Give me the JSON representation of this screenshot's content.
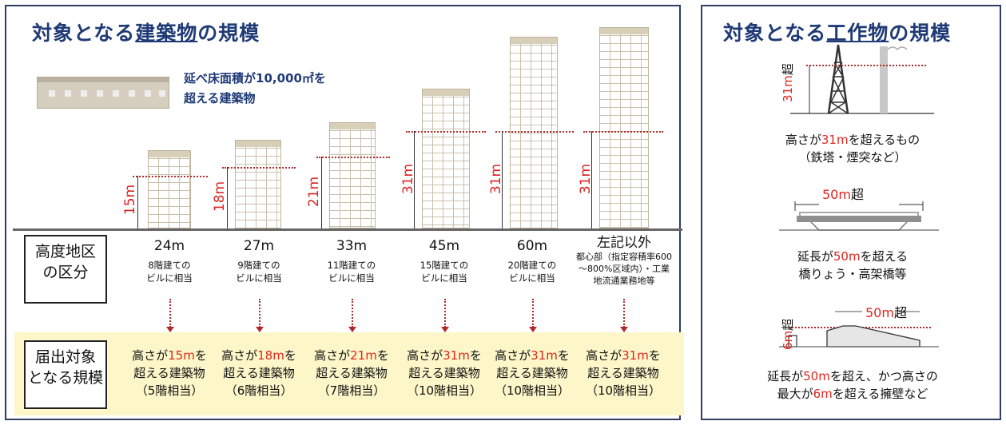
{
  "left": {
    "title_pre": "対象となる",
    "title_ul": "建築物",
    "title_post": "の規模",
    "floor_area_line1": "延べ床面積が10,000㎡を",
    "floor_area_line2": "超える建築物",
    "height_labels": [
      "15m",
      "18m",
      "21m",
      "31m",
      "31m",
      "31m"
    ],
    "district_label_line1": "高度地区",
    "district_label_line2": "の区分",
    "columns": [
      {
        "height": "24m",
        "sub1": "8階建ての",
        "sub2": "ビルに相当",
        "sub3": ""
      },
      {
        "height": "27m",
        "sub1": "9階建ての",
        "sub2": "ビルに相当",
        "sub3": ""
      },
      {
        "height": "33m",
        "sub1": "11階建ての",
        "sub2": "ビルに相当",
        "sub3": ""
      },
      {
        "height": "45m",
        "sub1": "15階建ての",
        "sub2": "ビルに相当",
        "sub3": ""
      },
      {
        "height": "60m",
        "sub1": "20階建ての",
        "sub2": "ビルに相当",
        "sub3": ""
      },
      {
        "height": "左記以外",
        "sub1": "都心部（指定容積率600",
        "sub2": "～800%区域内）・工業",
        "sub3": "地流通業務地等"
      }
    ],
    "target_label_line1": "届出対象",
    "target_label_line2": "となる規模",
    "results": [
      {
        "pre": "高さが",
        "val": "15m",
        "post": "を",
        "line2": "超える建築物",
        "line3": "（5階相当）"
      },
      {
        "pre": "高さが",
        "val": "18m",
        "post": "を",
        "line2": "超える建築物",
        "line3": "（6階相当）"
      },
      {
        "pre": "高さが",
        "val": "21m",
        "post": "を",
        "line2": "超える建築物",
        "line3": "（7階相当）"
      },
      {
        "pre": "高さが",
        "val": "31m",
        "post": "を",
        "line2": "超える建築物",
        "line3": "（10階相当）"
      },
      {
        "pre": "高さが",
        "val": "31m",
        "post": "を",
        "line2": "超える建築物",
        "line3": "（10階相当）"
      },
      {
        "pre": "高さが",
        "val": "31m",
        "post": "を",
        "line2": "超える建築物",
        "line3": "（10階相当）"
      }
    ]
  },
  "right": {
    "title_pre": "対象となる",
    "title_ul": "工作物",
    "title_post": "の規模",
    "tower_label_val": "31m",
    "tower_label_suffix": "超",
    "tower_desc1_pre": "高さが",
    "tower_desc1_val": "31m",
    "tower_desc1_post": "を超えるもの",
    "tower_desc2": "（鉄塔・煙突など）",
    "bridge_label_val": "50m",
    "bridge_label_suffix": "超",
    "bridge_desc1_pre": "延長が",
    "bridge_desc1_val": "50m",
    "bridge_desc1_post": "を超える",
    "bridge_desc2": "橋りょう・高架橋等",
    "wall_len_val": "50m",
    "wall_len_suffix": "超",
    "wall_h_val": "6m",
    "wall_h_suffix": "超",
    "wall_desc1_pre": "延長が",
    "wall_desc1_val": "50m",
    "wall_desc1_post": "を超え、かつ高さの",
    "wall_desc2_pre": "最大が",
    "wall_desc2_val": "6m",
    "wall_desc2_post": "を超える擁壁など"
  },
  "colors": {
    "title": "#1f3a75",
    "accent_red": "#e0261d",
    "highlight": "#fdf6c8",
    "border": "#2f3e63"
  }
}
